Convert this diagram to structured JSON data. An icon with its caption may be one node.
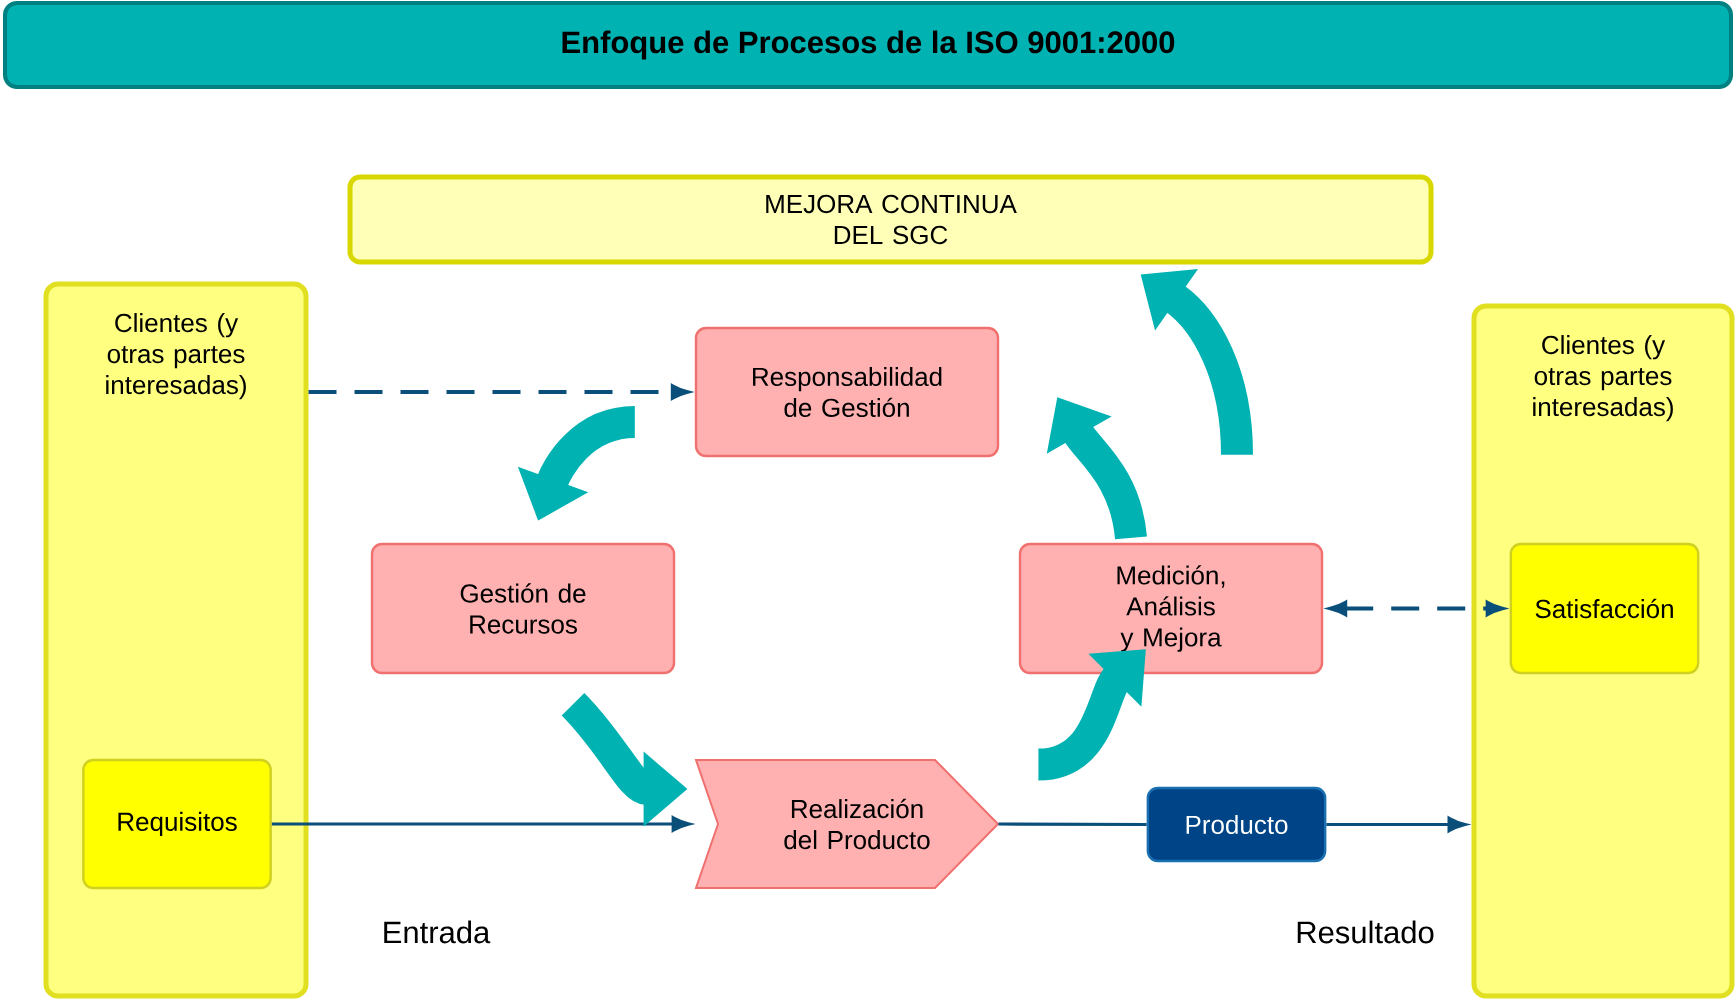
{
  "diagram": {
    "title": "Enfoque de Procesos de la ISO 9001:2000",
    "nodes": [
      {
        "text": [
          "MEJORA CONTINUA DEL SGC"
        ]
      },
      {
        "text": [
          "Clientes (y otras partes interesadas)"
        ]
      },
      {
        "text": [
          "Requisitos"
        ],
        "in": 1
      },
      {
        "text": [
          "Responsabilidad de Gestión"
        ]
      },
      {
        "text": [
          "Gestión de Recursos"
        ]
      },
      {
        "text": [
          "Medición, Análisis y Mejora"
        ]
      },
      {
        "text": [
          "Clientes (y otras partes interesadas)"
        ]
      },
      {
        "text": [
          "Satisfacción"
        ],
        "in": 6
      },
      {
        "text": [
          "Realización del Producto"
        ]
      },
      {
        "text": [
          "Producto"
        ]
      }
    ],
    "edges": [
      {
        "from": 1,
        "to": 3,
        "arrow": "to",
        "style": "dashed"
      },
      {
        "from": 2,
        "to": 8,
        "arrow": "to"
      },
      {
        "from": 8,
        "to": 9,
        "arrow": "none"
      },
      {
        "from": 9,
        "to": 6,
        "arrow": "to"
      },
      {
        "from": 5,
        "to": 7,
        "arrow": "both",
        "style": "dashed"
      },
      {
        "from": 3,
        "to": 4,
        "arrow": "to",
        "style": "thick",
        "color": "#00b2b2"
      },
      {
        "from": 4,
        "to": 8,
        "arrow": "to",
        "style": "thick",
        "color": "#00b2b2"
      },
      {
        "from": 8,
        "to": 5,
        "arrow": "to",
        "style": "thick",
        "color": "#00b2b2"
      },
      {
        "from": 5,
        "to": 3,
        "arrow": "to",
        "style": "thick",
        "color": "#00b2b2"
      },
      {
        "from": 5,
        "to": 0,
        "arrow": "to",
        "style": "thick",
        "color": "#00b2b2"
      }
    ],
    "labels": [
      "Entrada",
      "Resultado"
    ]
  }
}
